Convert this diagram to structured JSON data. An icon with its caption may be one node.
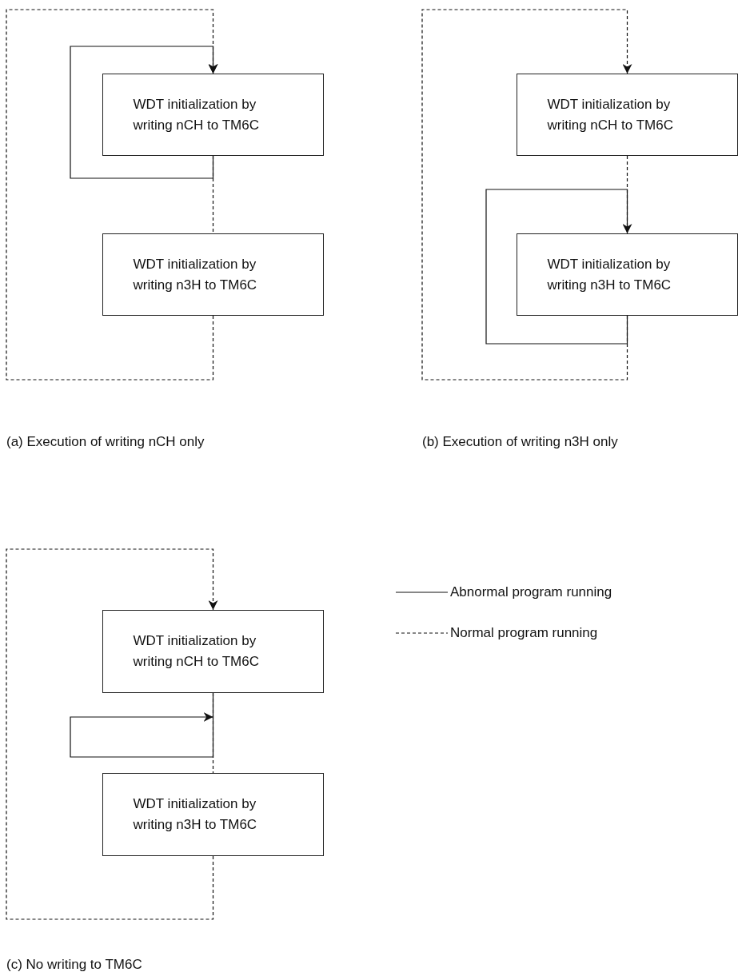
{
  "diagram": {
    "nodes": [
      {
        "text": [
          "WDT initialization by writing nCH to TM6C"
        ]
      },
      {
        "text": [
          "WDT initialization by writing n3H to TM6C"
        ]
      },
      {
        "text": [
          "WDT initialization by writing nCH to TM6C"
        ]
      },
      {
        "text": [
          "WDT initialization by writing n3H to TM6C"
        ]
      },
      {
        "text": [
          "WDT initialization by writing nCH to TM6C"
        ]
      },
      {
        "text": [
          "WDT initialization by writing n3H to TM6C"
        ]
      }
    ],
    "edges": [
      {
        "from": 0,
        "to": 1,
        "arrow": "none",
        "style": "dashed"
      },
      {
        "from": 1,
        "to": 0,
        "arrow": "to",
        "style": "dashed"
      },
      {
        "from": 0,
        "to": 0,
        "arrow": "to"
      },
      {
        "from": 2,
        "to": 3,
        "arrow": "none",
        "style": "dashed"
      },
      {
        "from": 3,
        "to": 2,
        "arrow": "to",
        "style": "dashed"
      },
      {
        "from": 3,
        "to": 3,
        "arrow": "to"
      },
      {
        "from": 4,
        "to": 5,
        "arrow": "none",
        "style": "dashed"
      },
      {
        "from": 5,
        "to": 4,
        "arrow": "to",
        "style": "dashed"
      },
      {
        "from": 4,
        "to": null,
        "arrow": "to"
      }
    ],
    "labels": [
      "(a) Execution of writing nCH only",
      "(b) Execution of writing n3H only",
      "(c) No writing to TM6C"
    ],
    "legend": [
      {
        "text": "Abnormal program running"
      },
      {
        "text": "Normal program running"
      }
    ]
  }
}
